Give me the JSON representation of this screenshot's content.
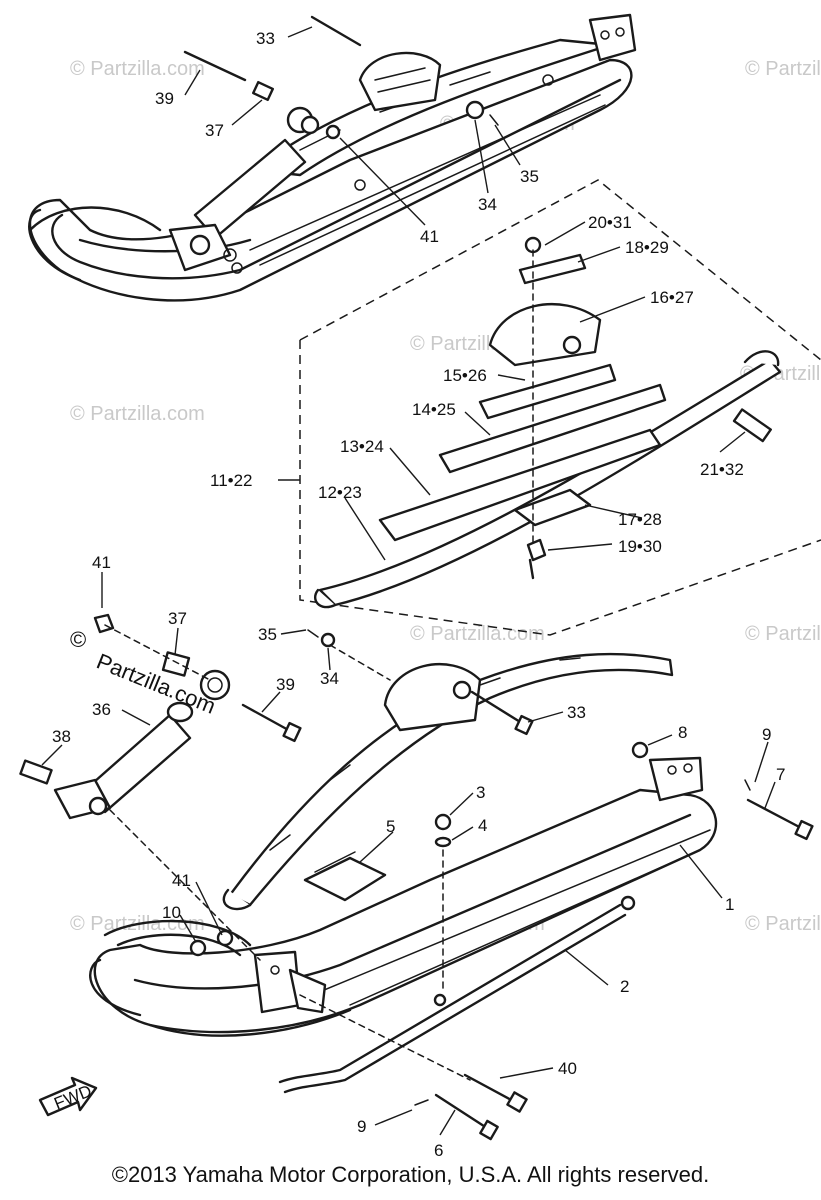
{
  "callouts": [
    {
      "id": "c33a",
      "text": "33"
    },
    {
      "id": "c39a",
      "text": "39"
    },
    {
      "id": "c37a",
      "text": "37"
    },
    {
      "id": "c35a",
      "text": "35"
    },
    {
      "id": "c34a",
      "text": "34"
    },
    {
      "id": "c41a",
      "text": "41"
    },
    {
      "id": "c2031",
      "text": "20•31"
    },
    {
      "id": "c1829",
      "text": "18•29"
    },
    {
      "id": "c1627",
      "text": "16•27"
    },
    {
      "id": "c1526",
      "text": "15•26"
    },
    {
      "id": "c1425",
      "text": "14•25"
    },
    {
      "id": "c1324",
      "text": "13•24"
    },
    {
      "id": "c1122",
      "text": "11•22"
    },
    {
      "id": "c1223",
      "text": "12•23"
    },
    {
      "id": "c2132",
      "text": "21•32"
    },
    {
      "id": "c1728",
      "text": "17•28"
    },
    {
      "id": "c1930",
      "text": "19•30"
    },
    {
      "id": "c41b",
      "text": "41"
    },
    {
      "id": "c37b",
      "text": "37"
    },
    {
      "id": "c35b",
      "text": "35"
    },
    {
      "id": "c34b",
      "text": "34"
    },
    {
      "id": "c39b",
      "text": "39"
    },
    {
      "id": "c33b",
      "text": "33"
    },
    {
      "id": "c36",
      "text": "36"
    },
    {
      "id": "c38",
      "text": "38"
    },
    {
      "id": "c8",
      "text": "8"
    },
    {
      "id": "c9a",
      "text": "9"
    },
    {
      "id": "c7",
      "text": "7"
    },
    {
      "id": "c3",
      "text": "3"
    },
    {
      "id": "c4",
      "text": "4"
    },
    {
      "id": "c5",
      "text": "5"
    },
    {
      "id": "c1",
      "text": "1"
    },
    {
      "id": "c41c",
      "text": "41"
    },
    {
      "id": "c10",
      "text": "10"
    },
    {
      "id": "c2",
      "text": "2"
    },
    {
      "id": "c40",
      "text": "40"
    },
    {
      "id": "c9b",
      "text": "9"
    },
    {
      "id": "c6",
      "text": "6"
    }
  ],
  "watermark": {
    "text": "© Partzilla.com",
    "line1": "©",
    "line2": "Partzilla.com"
  },
  "fwd_label": "FWD",
  "copyright": "©2013  Yamaha Motor Corporation, U.S.A. All rights reserved."
}
